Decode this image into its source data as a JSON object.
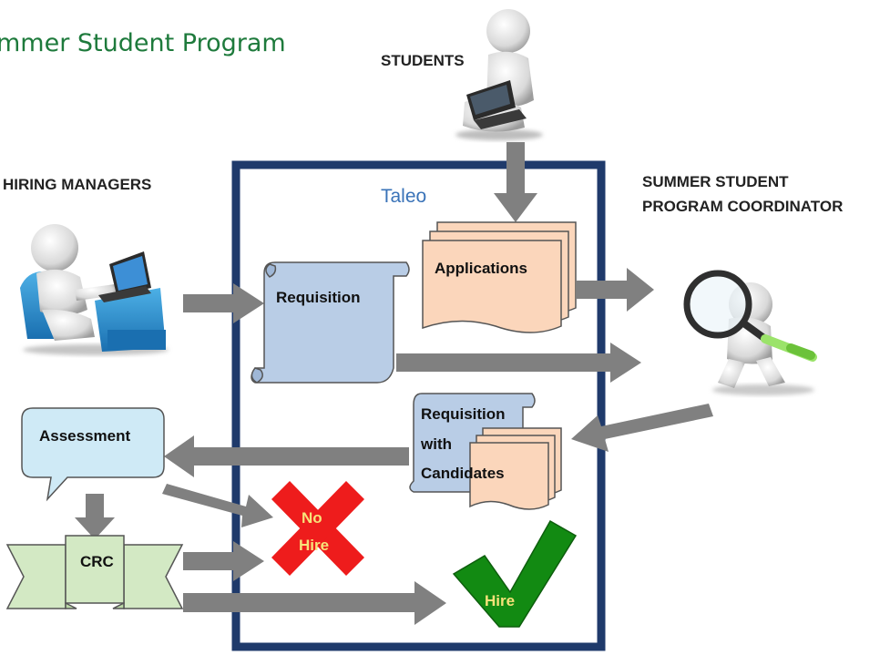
{
  "title": "mmer Student Program",
  "actors": {
    "students": "STUDENTS",
    "hiring_managers": "HIRING MANAGERS",
    "coordinator_line1": "SUMMER STUDENT",
    "coordinator_line2": "PROGRAM COORDINATOR"
  },
  "system": {
    "name": "Taleo"
  },
  "documents": {
    "applications": "Applications",
    "requisition": "Requisition",
    "req_candidates_line1": "Requisition",
    "req_candidates_line2": "with",
    "req_candidates_line3": "Candidates"
  },
  "steps": {
    "assessment": "Assessment",
    "crc": "CRC"
  },
  "outcomes": {
    "no_hire_line1": "No",
    "no_hire_line2": "Hire",
    "hire": "Hire"
  },
  "colors": {
    "title": "#1e7a3c",
    "frame": "#1f3a6b",
    "system_label": "#3a73b8",
    "document_orange": "#fbd6bb",
    "document_blue": "#b9cde6",
    "assessment_bubble": "#cfeaf6",
    "crc_ribbon": "#d3e9c4",
    "arrow_gray": "#808080",
    "no_hire_red": "#ee1c1c",
    "hire_green": "#128a12"
  },
  "icons": {
    "students": "student-laptop-figure-icon",
    "hiring_managers": "manager-at-desk-figure-icon",
    "coordinator": "magnifying-glass-figure-icon",
    "no_hire": "red-x-icon",
    "hire": "green-checkmark-icon"
  }
}
